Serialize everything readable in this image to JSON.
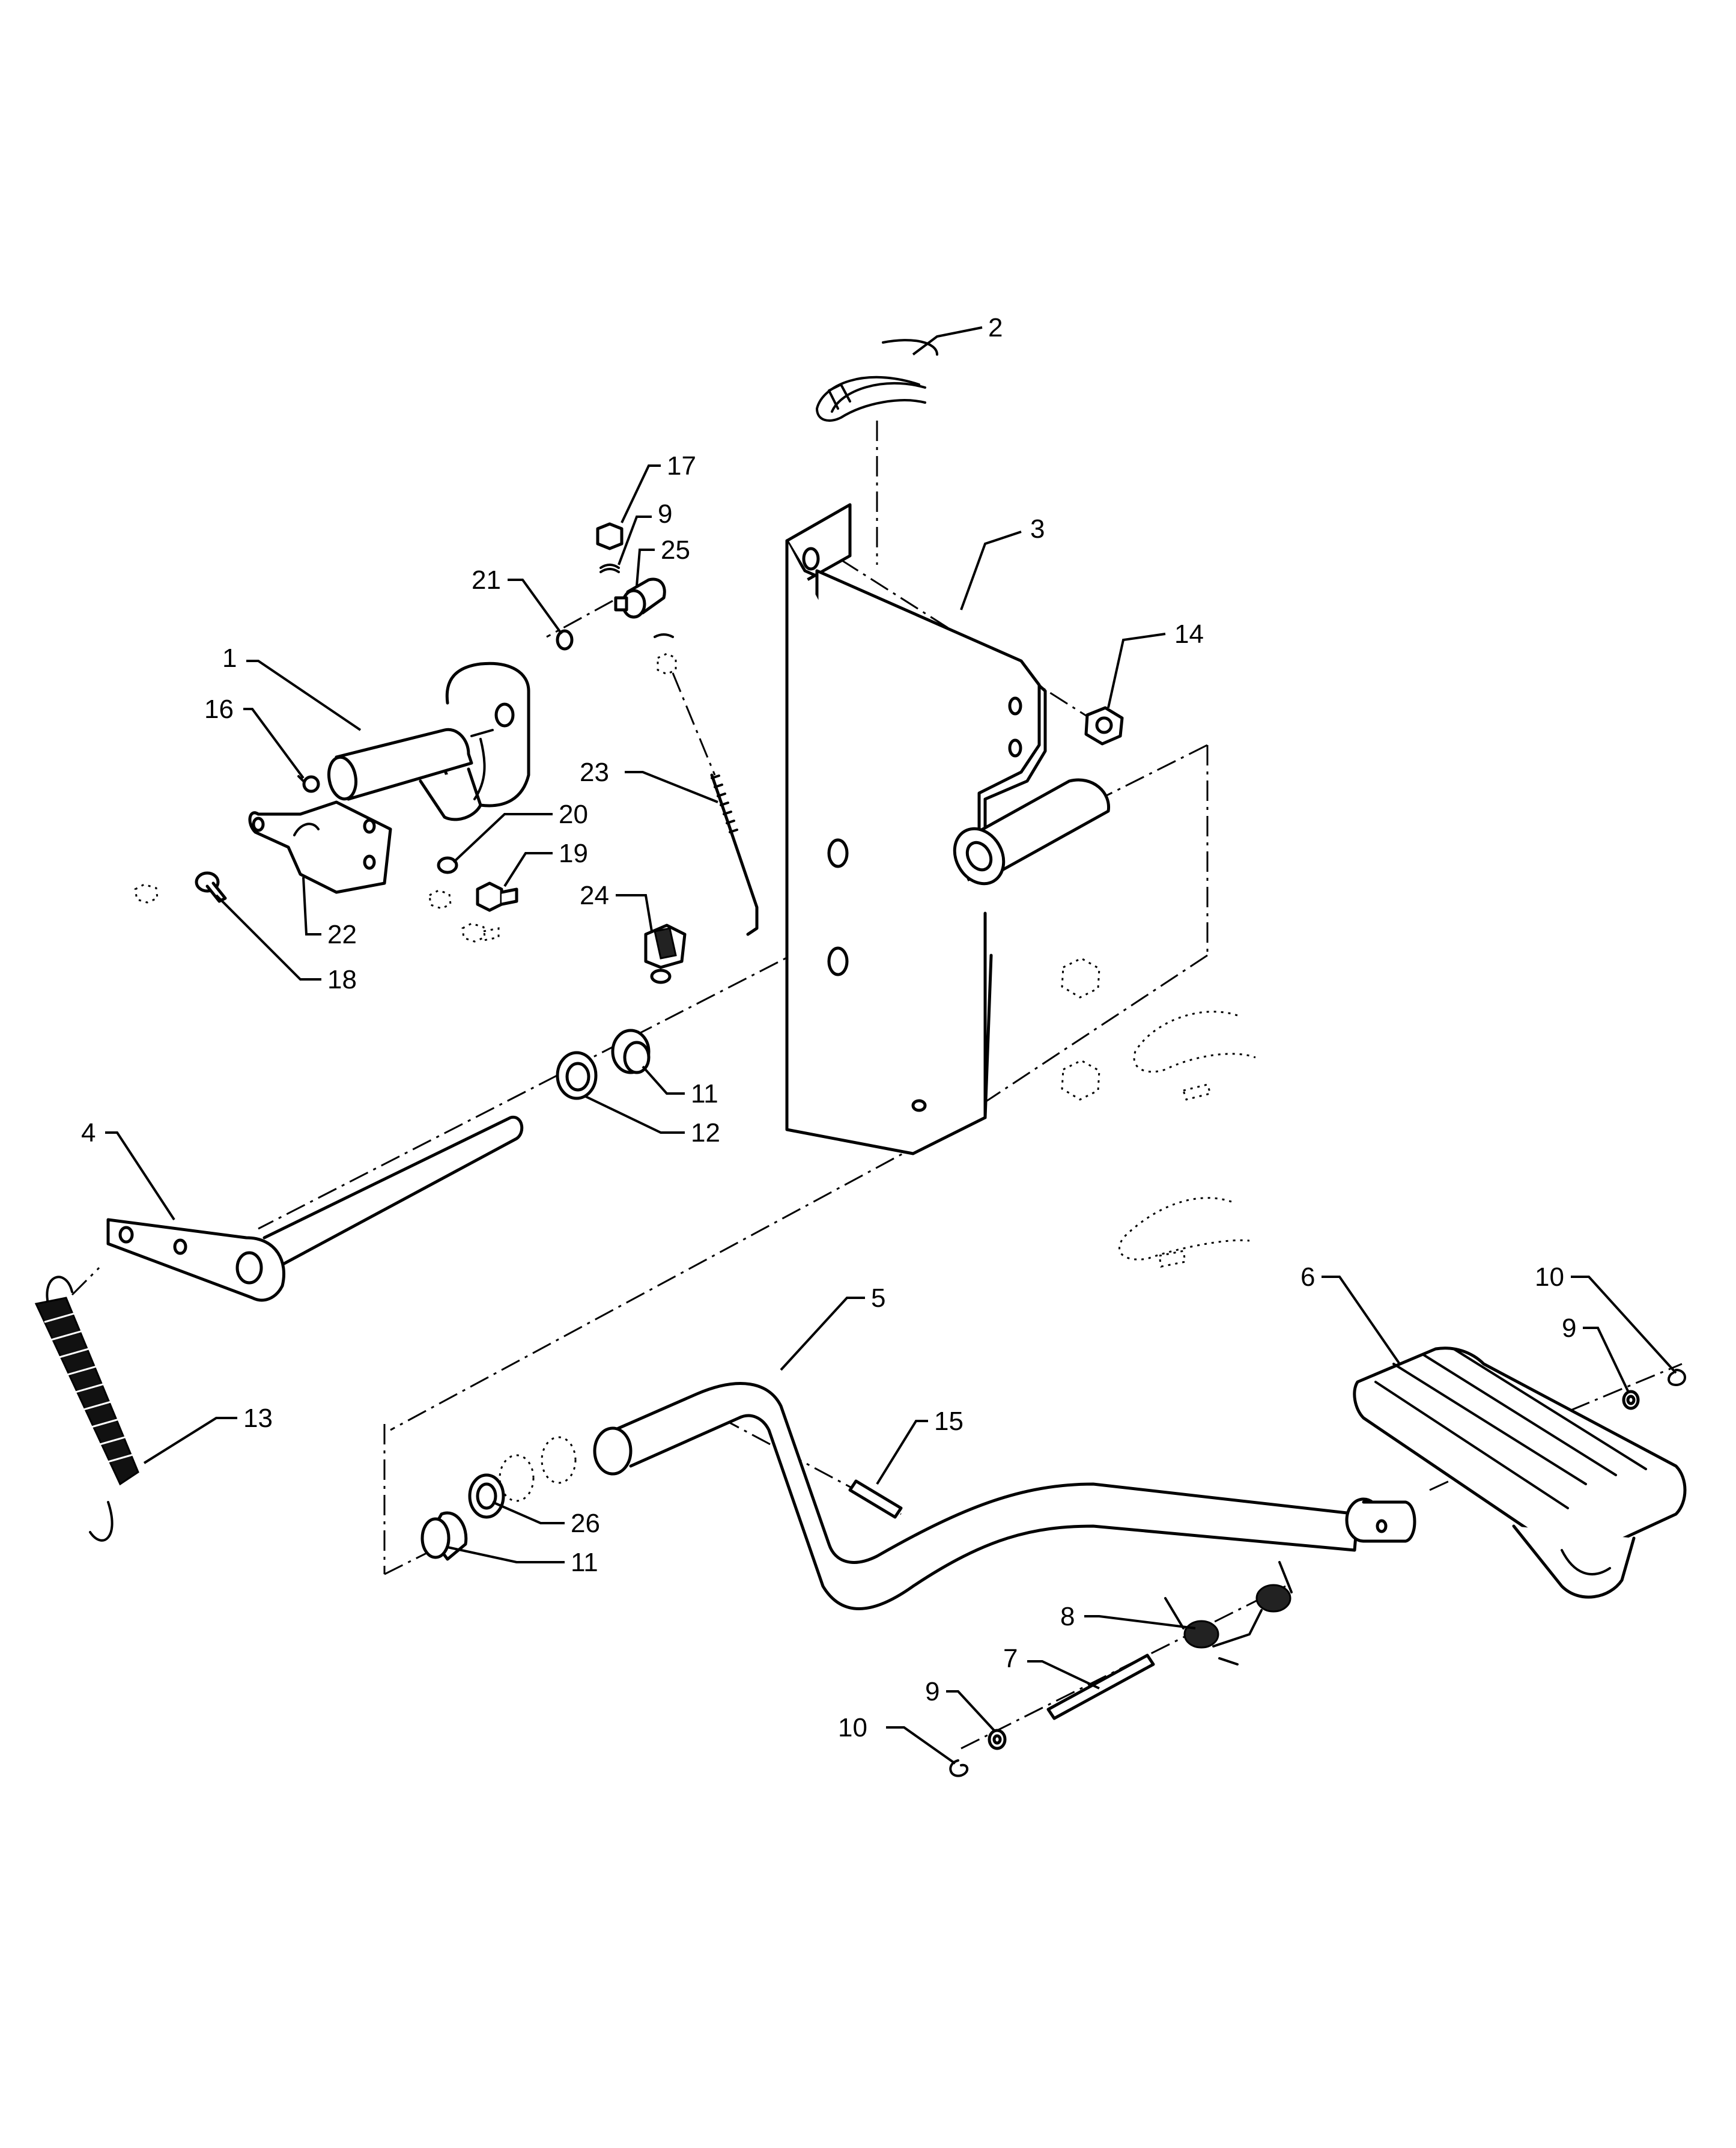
{
  "callouts": [
    {
      "id": "c1",
      "label": "1"
    },
    {
      "id": "c2",
      "label": "2"
    },
    {
      "id": "c3",
      "label": "3"
    },
    {
      "id": "c4",
      "label": "4"
    },
    {
      "id": "c5",
      "label": "5"
    },
    {
      "id": "c6",
      "label": "6"
    },
    {
      "id": "c7",
      "label": "7"
    },
    {
      "id": "c8",
      "label": "8"
    },
    {
      "id": "c9a",
      "label": "9"
    },
    {
      "id": "c9b",
      "label": "9"
    },
    {
      "id": "c9c",
      "label": "9"
    },
    {
      "id": "c10a",
      "label": "10"
    },
    {
      "id": "c10b",
      "label": "10"
    },
    {
      "id": "c11a",
      "label": "11"
    },
    {
      "id": "c11b",
      "label": "11"
    },
    {
      "id": "c12",
      "label": "12"
    },
    {
      "id": "c13",
      "label": "13"
    },
    {
      "id": "c14",
      "label": "14"
    },
    {
      "id": "c15",
      "label": "15"
    },
    {
      "id": "c16",
      "label": "16"
    },
    {
      "id": "c17",
      "label": "17"
    },
    {
      "id": "c18",
      "label": "18"
    },
    {
      "id": "c19",
      "label": "19"
    },
    {
      "id": "c20",
      "label": "20"
    },
    {
      "id": "c21",
      "label": "21"
    },
    {
      "id": "c22",
      "label": "22"
    },
    {
      "id": "c23",
      "label": "23"
    },
    {
      "id": "c24",
      "label": "24"
    },
    {
      "id": "c25",
      "label": "25"
    },
    {
      "id": "c26",
      "label": "26"
    }
  ]
}
